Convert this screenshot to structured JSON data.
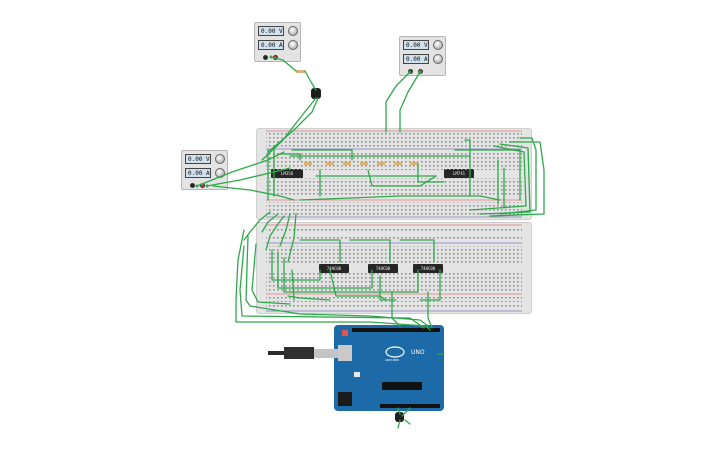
{
  "power_supplies": [
    {
      "id": "psu-top-left",
      "voltage": "0.00 V",
      "current": "0.00 A"
    },
    {
      "id": "psu-top-right",
      "voltage": "0.00 V",
      "current": "0.00 A"
    },
    {
      "id": "psu-left",
      "voltage": "0.00 V",
      "current": "0.00 A"
    }
  ],
  "chips": {
    "lm358": "LM358",
    "lm741": "LM741",
    "nand1": "74HC00",
    "nand2": "74HC00",
    "nand3": "74HC00"
  },
  "arduino": {
    "model": "UNO",
    "brand": "ARDUINO"
  },
  "colors": {
    "wire": "#2fa84a",
    "breadboard": "#e4e4e4",
    "arduino_board": "#1d6aa8",
    "chip": "#262626",
    "psu_display": "#cfe1ee"
  }
}
